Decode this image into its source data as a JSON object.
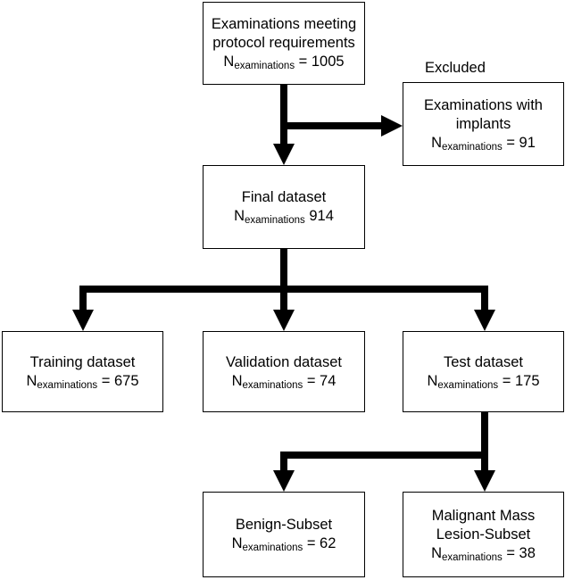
{
  "excluded_label": "Excluded",
  "count_symbol": "N",
  "count_subscript": "examinations",
  "nodes": {
    "protocol": {
      "title": "Examinations meeting protocol requirements",
      "count_suffix": " = 1005"
    },
    "implants": {
      "title": "Examinations with implants",
      "count_suffix": " = 91"
    },
    "final": {
      "title": "Final dataset",
      "count_suffix": " 914"
    },
    "training": {
      "title": "Training dataset",
      "count_suffix": " = 675"
    },
    "validation": {
      "title": "Validation dataset",
      "count_suffix": " = 74"
    },
    "test": {
      "title": "Test dataset",
      "count_suffix": " = 175"
    },
    "benign": {
      "title": "Benign-Subset",
      "count_suffix": " = 62"
    },
    "malignant": {
      "title": "Malignant Mass Lesion-Subset",
      "count_suffix": " = 38"
    }
  }
}
